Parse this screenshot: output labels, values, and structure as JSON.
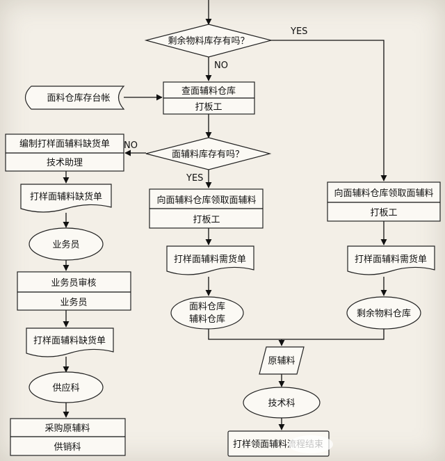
{
  "nodes": {
    "q_remaining": "剩余物料库存有吗？",
    "fabric_ledger": "面料仓库存台帐",
    "check_acc_top": "查面辅料仓库",
    "check_acc_bottom": "打板工",
    "q_acc_stock": "面辅料库存有吗？",
    "compile_top": "编制打样面辅料缺货单",
    "compile_bottom": "技术助理",
    "shortage_doc1": "打样面辅料缺货单",
    "salesperson1": "业务员",
    "review_top": "业务员审核",
    "review_bottom": "业务员",
    "shortage_doc2": "打样面辅料缺货单",
    "supply_dept": "供应科",
    "purchase_top": "采购原辅料",
    "purchase_bottom": "供销科",
    "receive_mid_top": "向面辅料仓库领取面辅料",
    "receive_mid_bottom": "打板工",
    "need_doc_mid": "打样面辅料需货单",
    "warehouse_mid_line1": "面料仓库",
    "warehouse_mid_line2": "辅料仓库",
    "receive_right_top": "向面辅料仓库领取面辅料",
    "receive_right_bottom": "打板工",
    "need_doc_right": "打样面辅料需货单",
    "warehouse_right": "剩余物料仓库",
    "raw_material": "原辅料",
    "tech_dept": "技术科",
    "end_box": "打样领面辅料流程结束"
  },
  "edges": {
    "yes1": "YES",
    "no1": "NO",
    "no2": "NO",
    "yes2": "YES"
  }
}
